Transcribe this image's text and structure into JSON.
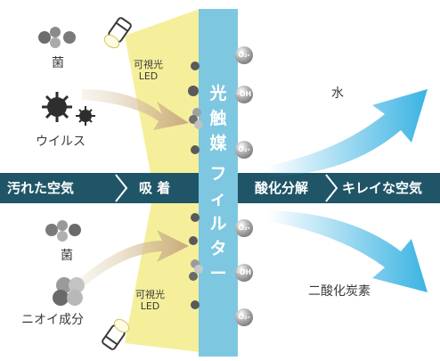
{
  "labels": {
    "bacteria_top": "菌",
    "led_top": [
      "可視光",
      "LED"
    ],
    "virus": "ウイルス",
    "bacteria_bottom": "菌",
    "odor": "ニオイ成分",
    "led_bottom": [
      "可視光",
      "LED"
    ],
    "water": "水",
    "co2": "二酸化炭素"
  },
  "band": {
    "dirty_air": "汚れた空気",
    "adsorption": "吸 着",
    "decomposition": "酸化分解",
    "clean_air": "キレイな空気"
  },
  "filter": {
    "chars": [
      "光",
      "触",
      "媒",
      "フ",
      "ィ",
      "ル",
      "タ",
      "ー"
    ]
  },
  "molecules": [
    "O₂-",
    "·OH",
    "O₂-",
    "O₂-",
    "·OH",
    "O₂-"
  ],
  "colors": {
    "filter": "#7ec7e0",
    "band": "#1f5567",
    "arrow": "#3bb3e3",
    "light": "#f3ec8a"
  }
}
